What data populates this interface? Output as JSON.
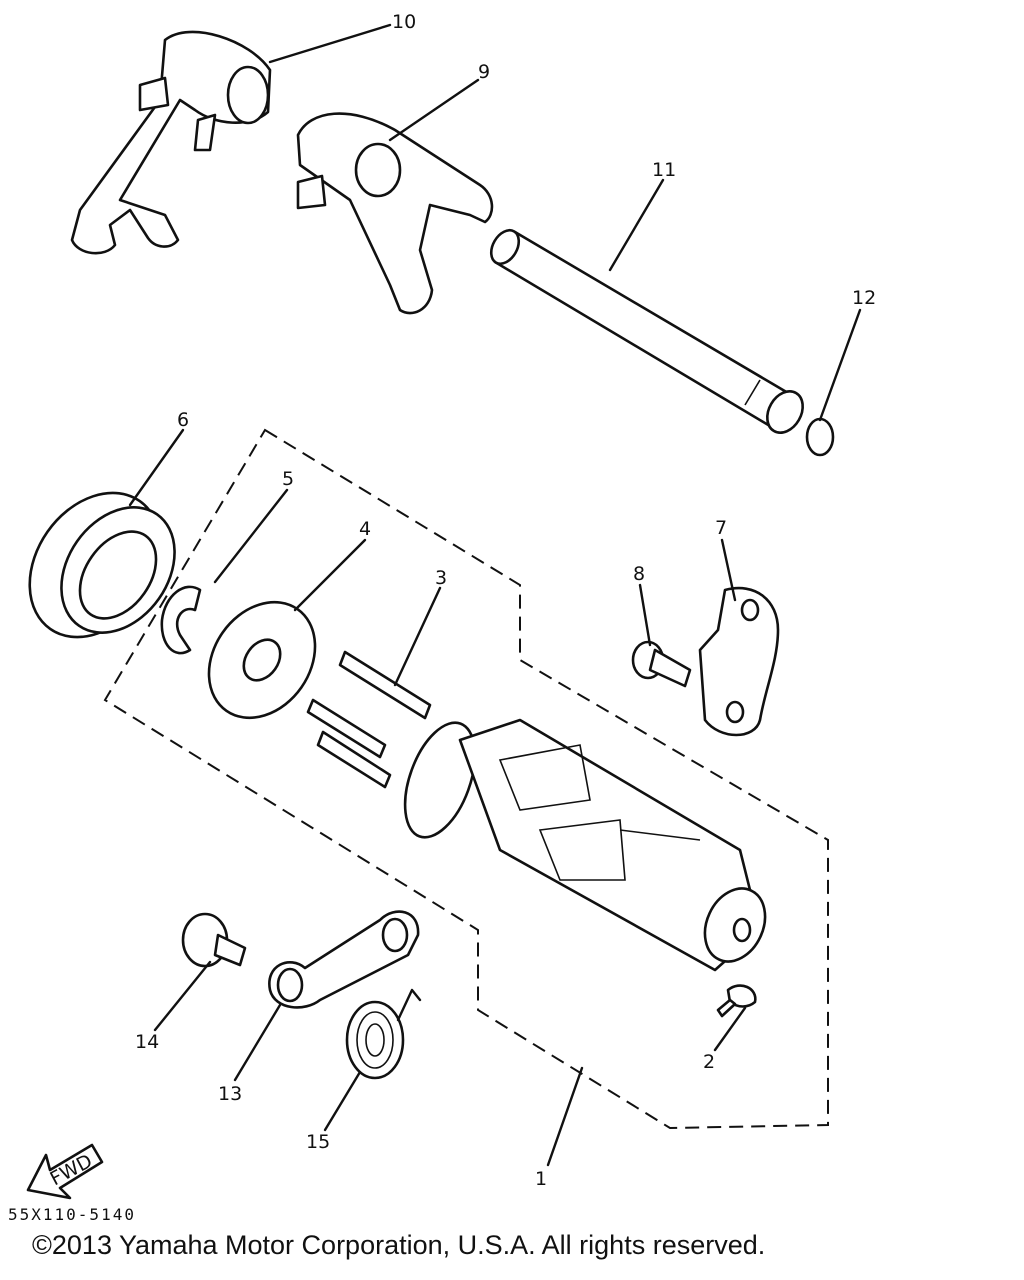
{
  "diagram": {
    "callouts": {
      "n1": "1",
      "n2": "2",
      "n3": "3",
      "n4": "4",
      "n5": "5",
      "n6": "6",
      "n7": "7",
      "n8": "8",
      "n9": "9",
      "n10": "10",
      "n11": "11",
      "n12": "12",
      "n13": "13",
      "n14": "14",
      "n15": "15"
    },
    "fwd_label": "FWD",
    "drawing_code": "55X110-5140"
  },
  "footer": {
    "copyright": "©2013 Yamaha Motor Corporation, U.S.A. All rights reserved."
  }
}
